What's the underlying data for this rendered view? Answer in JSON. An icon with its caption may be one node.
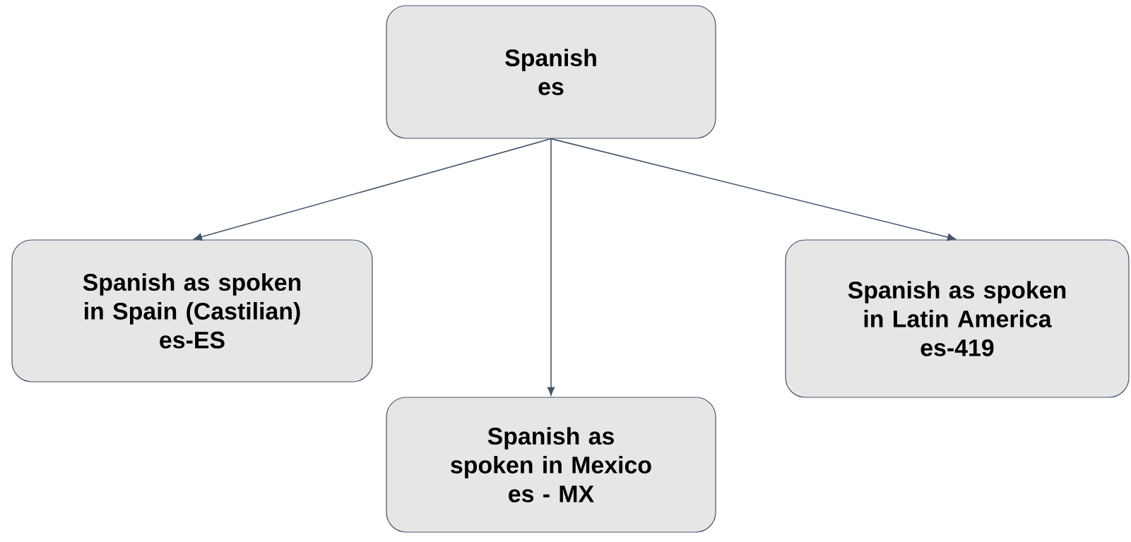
{
  "diagram": {
    "nodes": [
      {
        "text": [
          "Spanish",
          "es"
        ]
      },
      {
        "text": [
          "Spanish as spoken in Spain (Castilian)",
          "es-ES"
        ]
      },
      {
        "text": [
          "Spanish as spoken in Mexico",
          "es - MX"
        ]
      },
      {
        "text": [
          "Spanish as spoken in Latin America",
          "es-419"
        ]
      }
    ],
    "edges": [
      {
        "from": 0,
        "to": 1,
        "arrow": "to"
      },
      {
        "from": 0,
        "to": 2,
        "arrow": "to"
      },
      {
        "from": 0,
        "to": 3,
        "arrow": "to"
      }
    ]
  }
}
